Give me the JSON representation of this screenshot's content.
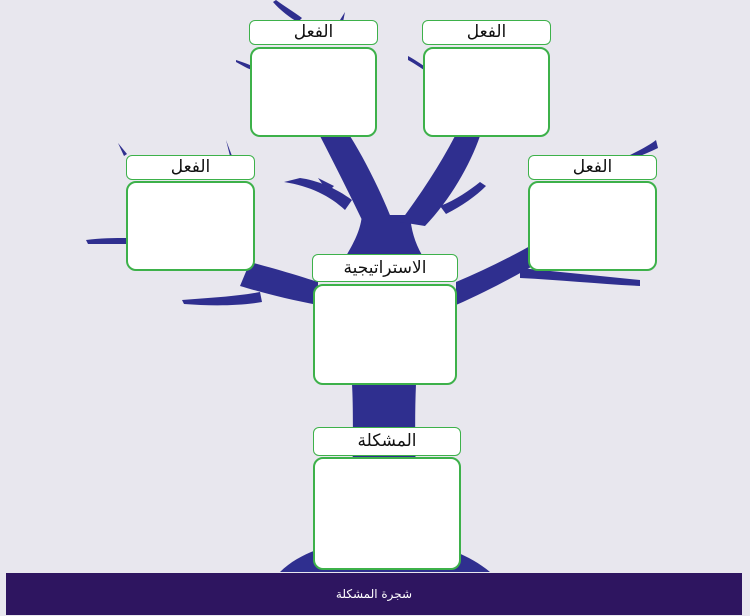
{
  "colors": {
    "background": "#e8e7ee",
    "tree": "#2f2f8f",
    "box_border": "#3db14a",
    "box_fill": "#ffffff",
    "footer_bg": "#2e1560",
    "footer_text": "#ffffff"
  },
  "nodes": {
    "action_top_left": {
      "label": "الفعل"
    },
    "action_top_right": {
      "label": "الفعل"
    },
    "action_mid_left": {
      "label": "الفعل"
    },
    "action_mid_right": {
      "label": "الفعل"
    },
    "strategy": {
      "label": "الاستراتيجية"
    },
    "problem": {
      "label": "المشكلة"
    }
  },
  "footer": {
    "title": "شجرة المشكلة"
  }
}
